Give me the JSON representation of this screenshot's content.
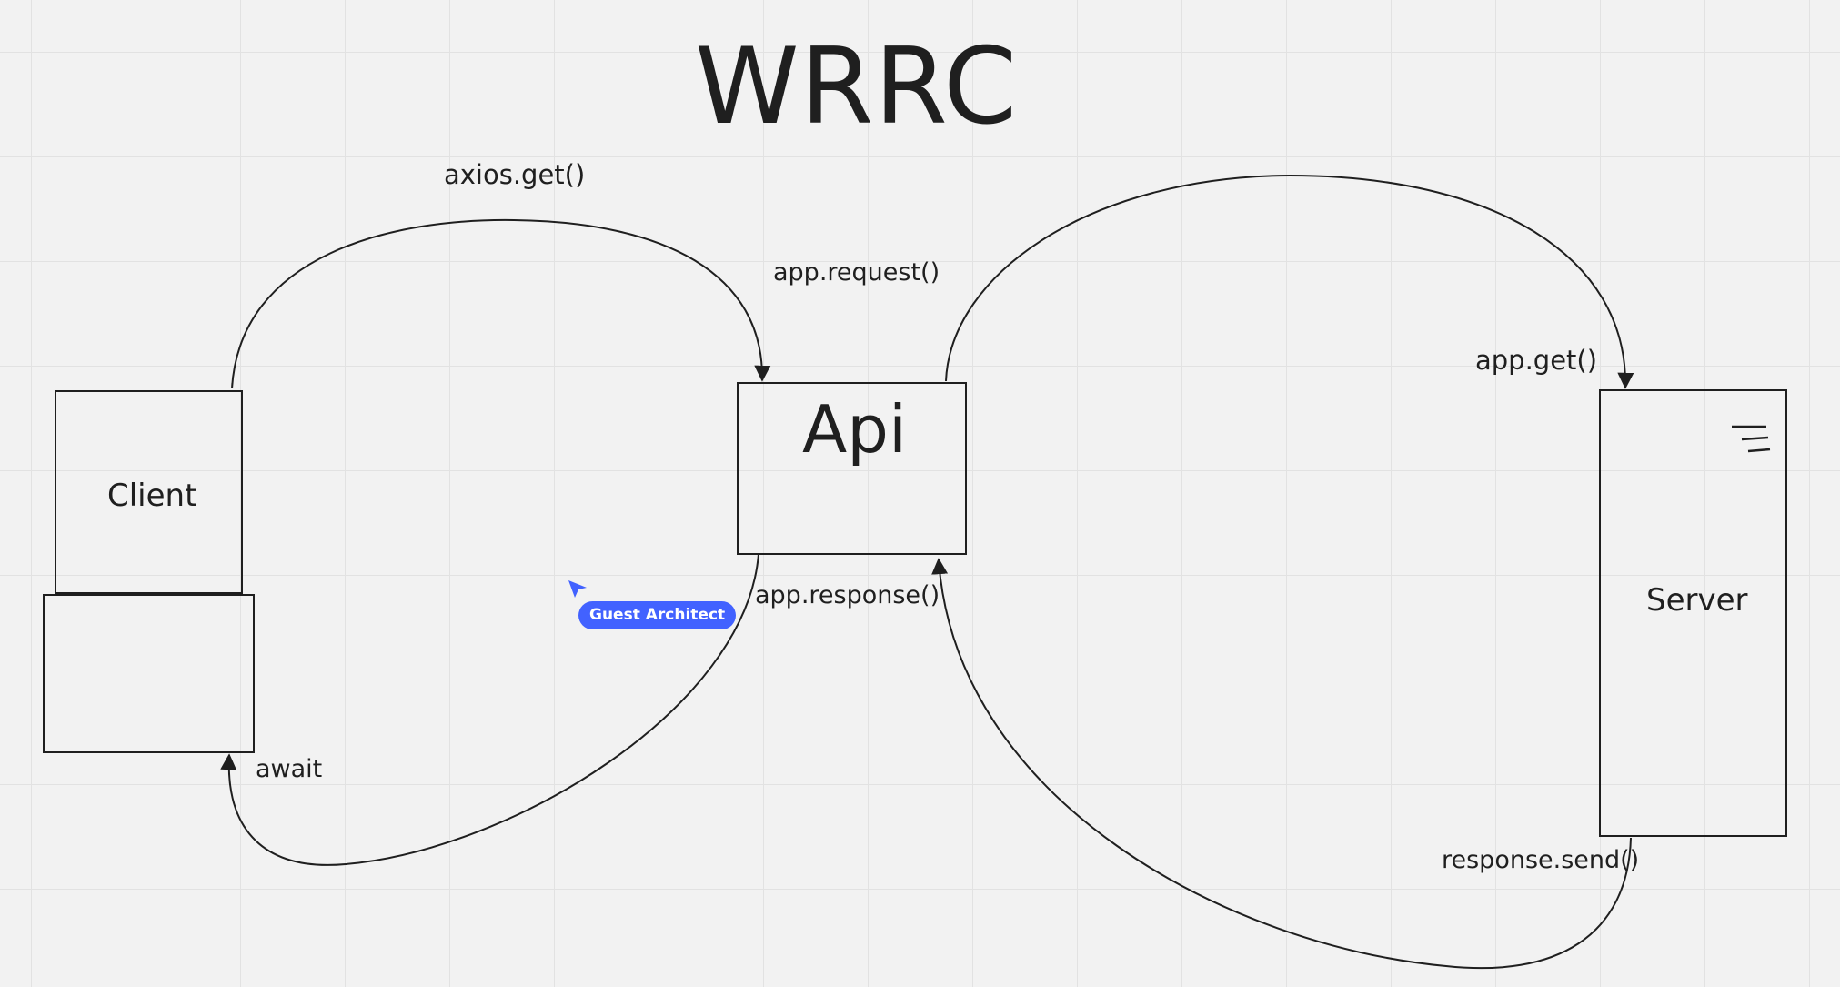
{
  "diagram": {
    "title": "WRRC",
    "nodes": {
      "client": {
        "label": "Client"
      },
      "api": {
        "label": "Api"
      },
      "server": {
        "label": "Server"
      }
    },
    "edges": [
      {
        "from": "client",
        "to": "api",
        "label": "axios.get()"
      },
      {
        "from": "api",
        "to": "server",
        "label": "app.request()"
      },
      {
        "from": "api",
        "to": "server",
        "label": "app.get()"
      },
      {
        "from": "server",
        "to": "api",
        "label": "response.send()"
      },
      {
        "from": "api",
        "to": "client",
        "label": "app.response()"
      },
      {
        "from": "api",
        "to": "client",
        "label": "await"
      }
    ]
  },
  "collaborator": {
    "name": "Guest Architect",
    "color": "#4262ff"
  },
  "icons": {
    "cursor": "pointer-cursor-icon",
    "menu": "menu-lines-icon"
  }
}
